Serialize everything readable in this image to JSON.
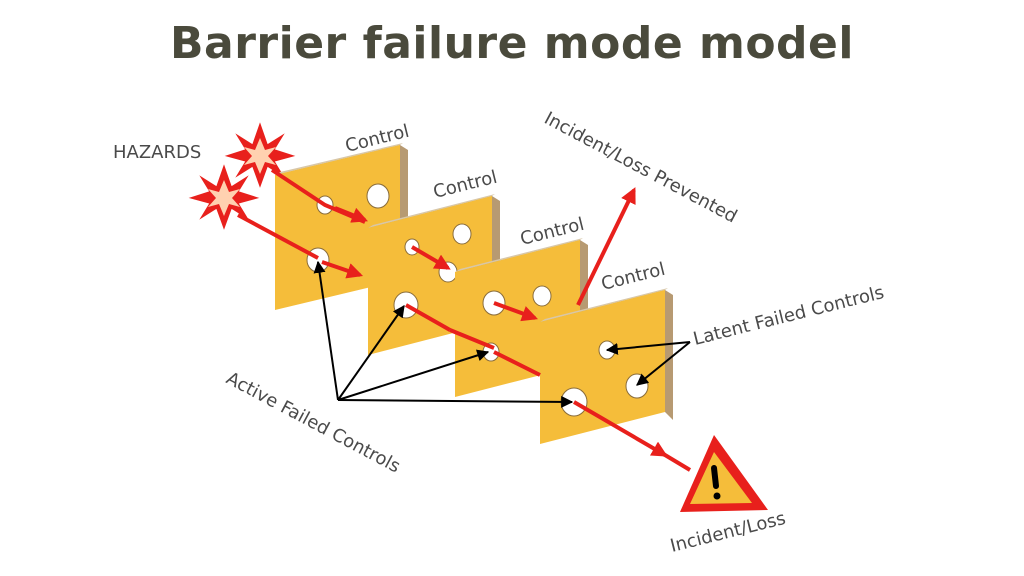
{
  "title": "Barrier failure mode model",
  "labels": {
    "hazards": "HAZARDS",
    "control": "Control",
    "incident_loss_prevented": "Incident/Loss Prevented",
    "latent_failed_controls": "Latent Failed Controls",
    "active_failed_controls": "Active Failed Controls",
    "incident_loss": "Incident/Loss"
  },
  "colors": {
    "title": "#4a4a3c",
    "label": "#4a4a4a",
    "barrier_face": "#f5bd3a",
    "barrier_edge": "#b79a72",
    "barrier_top": "#d8c7a8",
    "hazard_path": "#e8201c",
    "pointer_arrow": "#000000",
    "warning_fill": "#f5bd3a",
    "warning_border": "#e8201c"
  },
  "icons": [
    "hazard-burst-icon",
    "warning-triangle-icon"
  ]
}
